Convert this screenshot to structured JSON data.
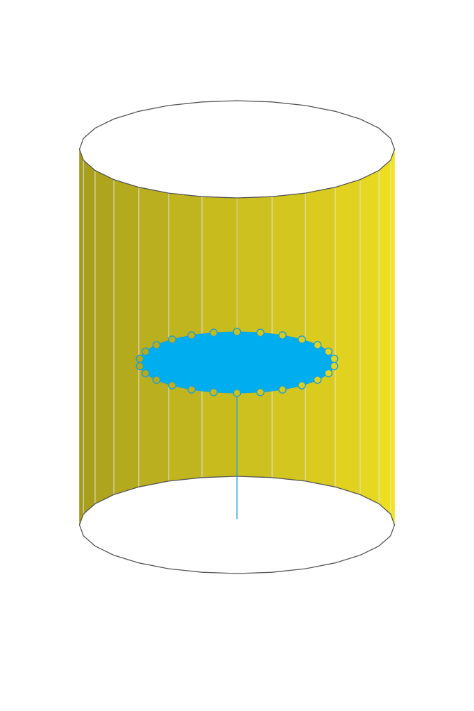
{
  "diagram": {
    "subject": "cylinder-with-horizontal-cross-section",
    "shape": "polygonal-cylinder",
    "side_facets": 14,
    "ring_points": 26,
    "colors": {
      "background": "#ffffff",
      "face_dark": "#a39a1d",
      "face_light": "#f3e420",
      "facet_line": "#e2e2e2",
      "cap_fill": "#ffffff",
      "cap_outline": "#555555",
      "section_fill": "#00aeef",
      "section_outline": "#1ba2d8",
      "ring_marker_fill": "#c5bb22",
      "ring_marker_stroke": "#1ba2d8",
      "axis_line": "#1ba2d8"
    }
  }
}
